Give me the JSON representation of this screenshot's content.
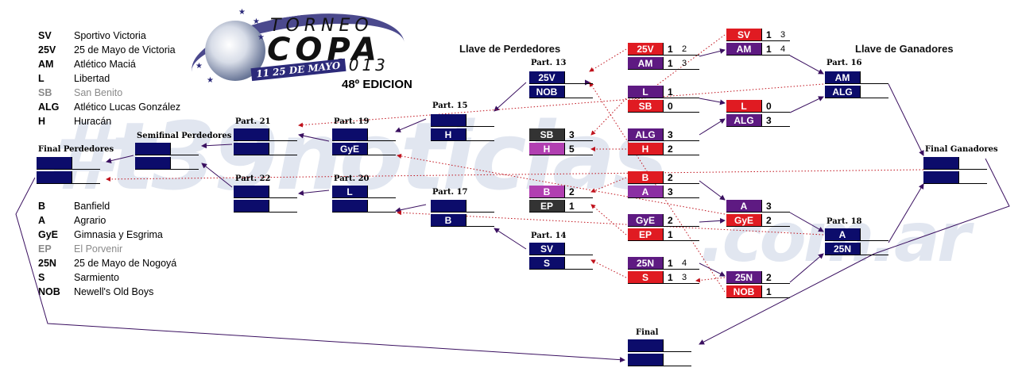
{
  "watermark": {
    "main": "#t39noticias",
    "sub": ".com.ar"
  },
  "legend_top": [
    {
      "ab": "SV",
      "name": "Sportivo Victoria",
      "dim": false
    },
    {
      "ab": "25V",
      "name": "25 de Mayo de Victoria",
      "dim": false
    },
    {
      "ab": "AM",
      "name": "Atlético Maciá",
      "dim": false
    },
    {
      "ab": "L",
      "name": "Libertad",
      "dim": false
    },
    {
      "ab": "SB",
      "name": "San Benito",
      "dim": true
    },
    {
      "ab": "ALG",
      "name": "Atlético Lucas González",
      "dim": false
    },
    {
      "ab": "H",
      "name": "Huracán",
      "dim": false
    }
  ],
  "legend_bottom": [
    {
      "ab": "B",
      "name": "Banfield",
      "dim": false
    },
    {
      "ab": "A",
      "name": "Agrario",
      "dim": false
    },
    {
      "ab": "GyE",
      "name": "Gimnasia y Esgrima",
      "dim": false
    },
    {
      "ab": "EP",
      "name": "El Porvenir",
      "dim": true
    },
    {
      "ab": "25N",
      "name": "25 de Mayo de Nogoyá",
      "dim": false
    },
    {
      "ab": "S",
      "name": "Sarmiento",
      "dim": false
    },
    {
      "ab": "NOB",
      "name": "Newell's Old Boys",
      "dim": false
    }
  ],
  "logo": {
    "line1": "TORNEO",
    "line2": "COPA",
    "line3": "2013",
    "badge": "11 25 DE MAYO",
    "edition": "48º EDICION"
  },
  "headers": {
    "losers": "Llave de Perdedores",
    "winners": "Llave de Ganadores"
  },
  "labels": {
    "p13": "Part. 13",
    "p14": "Part. 14",
    "p15": "Part. 15",
    "p16": "Part. 16",
    "p17": "Part. 17",
    "p18": "Part. 18",
    "p19": "Part. 19",
    "p20": "Part. 20",
    "p21": "Part. 21",
    "p22": "Part. 22",
    "final_perd": "Final Perdedores",
    "semi_perd": "Semifinal Perdedores",
    "final_gan": "Final Ganadores",
    "final": "Final"
  },
  "matches": {
    "r1a": [
      {
        "t": "25V",
        "s": "1",
        "s2": "2",
        "c": "red"
      },
      {
        "t": "AM",
        "s": "1",
        "s2": "3",
        "c": "purple"
      }
    ],
    "r1b": [
      {
        "t": "L",
        "s": "1",
        "s2": "",
        "c": "purple"
      },
      {
        "t": "SB",
        "s": "0",
        "s2": "",
        "c": "red"
      }
    ],
    "r1c": [
      {
        "t": "ALG",
        "s": "3",
        "s2": "",
        "c": "purple"
      },
      {
        "t": "H",
        "s": "2",
        "s2": "",
        "c": "red"
      }
    ],
    "r1d": [
      {
        "t": "B",
        "s": "2",
        "s2": "",
        "c": "red"
      },
      {
        "t": "A",
        "s": "3",
        "s2": "",
        "c": "violet"
      }
    ],
    "r1e": [
      {
        "t": "GyE",
        "s": "2",
        "s2": "",
        "c": "purple"
      },
      {
        "t": "EP",
        "s": "1",
        "s2": "",
        "c": "red"
      }
    ],
    "r1f": [
      {
        "t": "25N",
        "s": "1",
        "s2": "4",
        "c": "purple"
      },
      {
        "t": "S",
        "s": "1",
        "s2": "3",
        "c": "red"
      }
    ],
    "w1": [
      {
        "t": "SV",
        "s": "1",
        "s2": "3",
        "c": "red"
      },
      {
        "t": "AM",
        "s": "1",
        "s2": "4",
        "c": "purple"
      }
    ],
    "w2": [
      {
        "t": "L",
        "s": "0",
        "s2": "",
        "c": "red"
      },
      {
        "t": "ALG",
        "s": "3",
        "s2": "",
        "c": "purple"
      }
    ],
    "w3": [
      {
        "t": "A",
        "s": "3",
        "s2": "",
        "c": "purple"
      },
      {
        "t": "GyE",
        "s": "2",
        "s2": "",
        "c": "red"
      }
    ],
    "w4": [
      {
        "t": "25N",
        "s": "2",
        "s2": "",
        "c": "purple"
      },
      {
        "t": "NOB",
        "s": "1",
        "s2": "",
        "c": "red"
      }
    ],
    "p16": [
      {
        "t": "AM",
        "c": "navy"
      },
      {
        "t": "ALG",
        "c": "navy"
      }
    ],
    "p18": [
      {
        "t": "A",
        "c": "navy"
      },
      {
        "t": "25N",
        "c": "navy"
      }
    ],
    "p13": [
      {
        "t": "25V",
        "c": "navy"
      },
      {
        "t": "NOB",
        "c": "navy"
      }
    ],
    "l2a": [
      {
        "t": "SB",
        "s": "3",
        "c": "dkgray"
      },
      {
        "t": "H",
        "s": "5",
        "c": "pink"
      }
    ],
    "l2b": [
      {
        "t": "B",
        "s": "2",
        "c": "pink"
      },
      {
        "t": "EP",
        "s": "1",
        "c": "dkgray"
      }
    ],
    "p14": [
      {
        "t": "SV",
        "c": "navy"
      },
      {
        "t": "S",
        "c": "navy"
      }
    ],
    "p15": [
      {
        "t": "",
        "c": "navy"
      },
      {
        "t": "H",
        "c": "navy"
      }
    ],
    "p17": [
      {
        "t": "",
        "c": "navy"
      },
      {
        "t": "B",
        "c": "navy"
      }
    ],
    "p19": [
      {
        "t": "",
        "c": "navy"
      },
      {
        "t": "GyE",
        "c": "navy"
      }
    ],
    "p20": [
      {
        "t": "L",
        "c": "navy"
      },
      {
        "t": "",
        "c": "navy"
      }
    ],
    "p21": [
      {
        "t": "",
        "c": "navy"
      },
      {
        "t": "",
        "c": "navy"
      }
    ],
    "p22": [
      {
        "t": "",
        "c": "navy"
      },
      {
        "t": "",
        "c": "navy"
      }
    ],
    "semi": [
      {
        "t": "",
        "c": "navy"
      },
      {
        "t": "",
        "c": "navy"
      }
    ],
    "finalperd": [
      {
        "t": "",
        "c": "navy"
      },
      {
        "t": "",
        "c": "navy"
      }
    ],
    "finalgan": [
      {
        "t": "",
        "c": "navy"
      },
      {
        "t": "",
        "c": "navy"
      }
    ],
    "final": [
      {
        "t": "",
        "c": "navy"
      },
      {
        "t": "",
        "c": "navy"
      }
    ]
  }
}
